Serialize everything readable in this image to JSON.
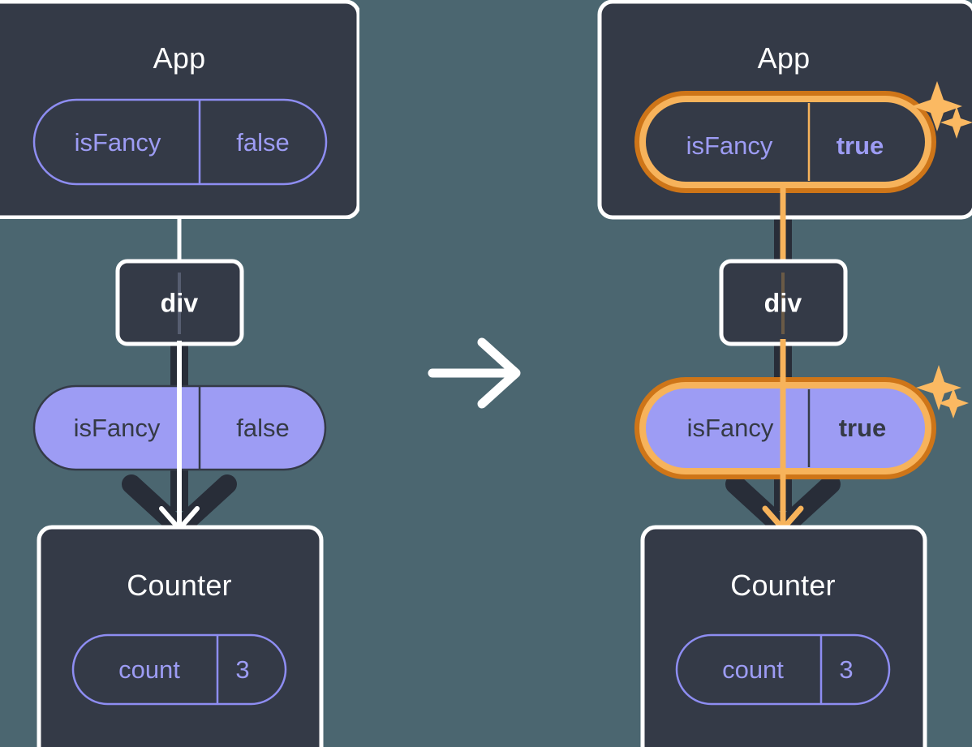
{
  "diagram": {
    "title_left": "",
    "title_right": "",
    "type": "react-state-propagation-diagram",
    "background_color": "#4b6670",
    "panel_color": "#343a47",
    "panel_border_color": "#ffffff",
    "pill_outline_color": "#8e8df2",
    "pill_fill_color": "#9d9cf4",
    "highlight_outer_color": "#ce7518",
    "highlight_inner_color": "#f7b35b",
    "arrow_dark_color": "#282d38",
    "arrow_light_color": "#ffffff",
    "sparkle_color": "#fbb962"
  },
  "transition_arrow": {
    "icon": "arrow-right-icon",
    "color": "#ffffff"
  },
  "left": {
    "app": {
      "label": "App",
      "prop": {
        "key": "isFancy",
        "value": "false",
        "highlighted": false,
        "style": "outline"
      }
    },
    "div": {
      "label": "div"
    },
    "prop_pill": {
      "key": "isFancy",
      "value": "false",
      "highlighted": false,
      "style": "filled"
    },
    "counter": {
      "label": "Counter",
      "state": {
        "key": "count",
        "value": "3",
        "highlighted": false,
        "style": "outline"
      }
    },
    "sparkles": []
  },
  "right": {
    "app": {
      "label": "App",
      "prop": {
        "key": "isFancy",
        "value": "true",
        "highlighted": true,
        "style": "outline"
      }
    },
    "div": {
      "label": "div"
    },
    "prop_pill": {
      "key": "isFancy",
      "value": "true",
      "highlighted": true,
      "style": "filled"
    },
    "counter": {
      "label": "Counter",
      "state": {
        "key": "count",
        "value": "3",
        "highlighted": false,
        "style": "outline"
      }
    },
    "sparkles": [
      {
        "name": "sparkle-large-app"
      },
      {
        "name": "sparkle-small-app"
      },
      {
        "name": "sparkle-large-pill"
      },
      {
        "name": "sparkle-small-pill"
      }
    ]
  }
}
